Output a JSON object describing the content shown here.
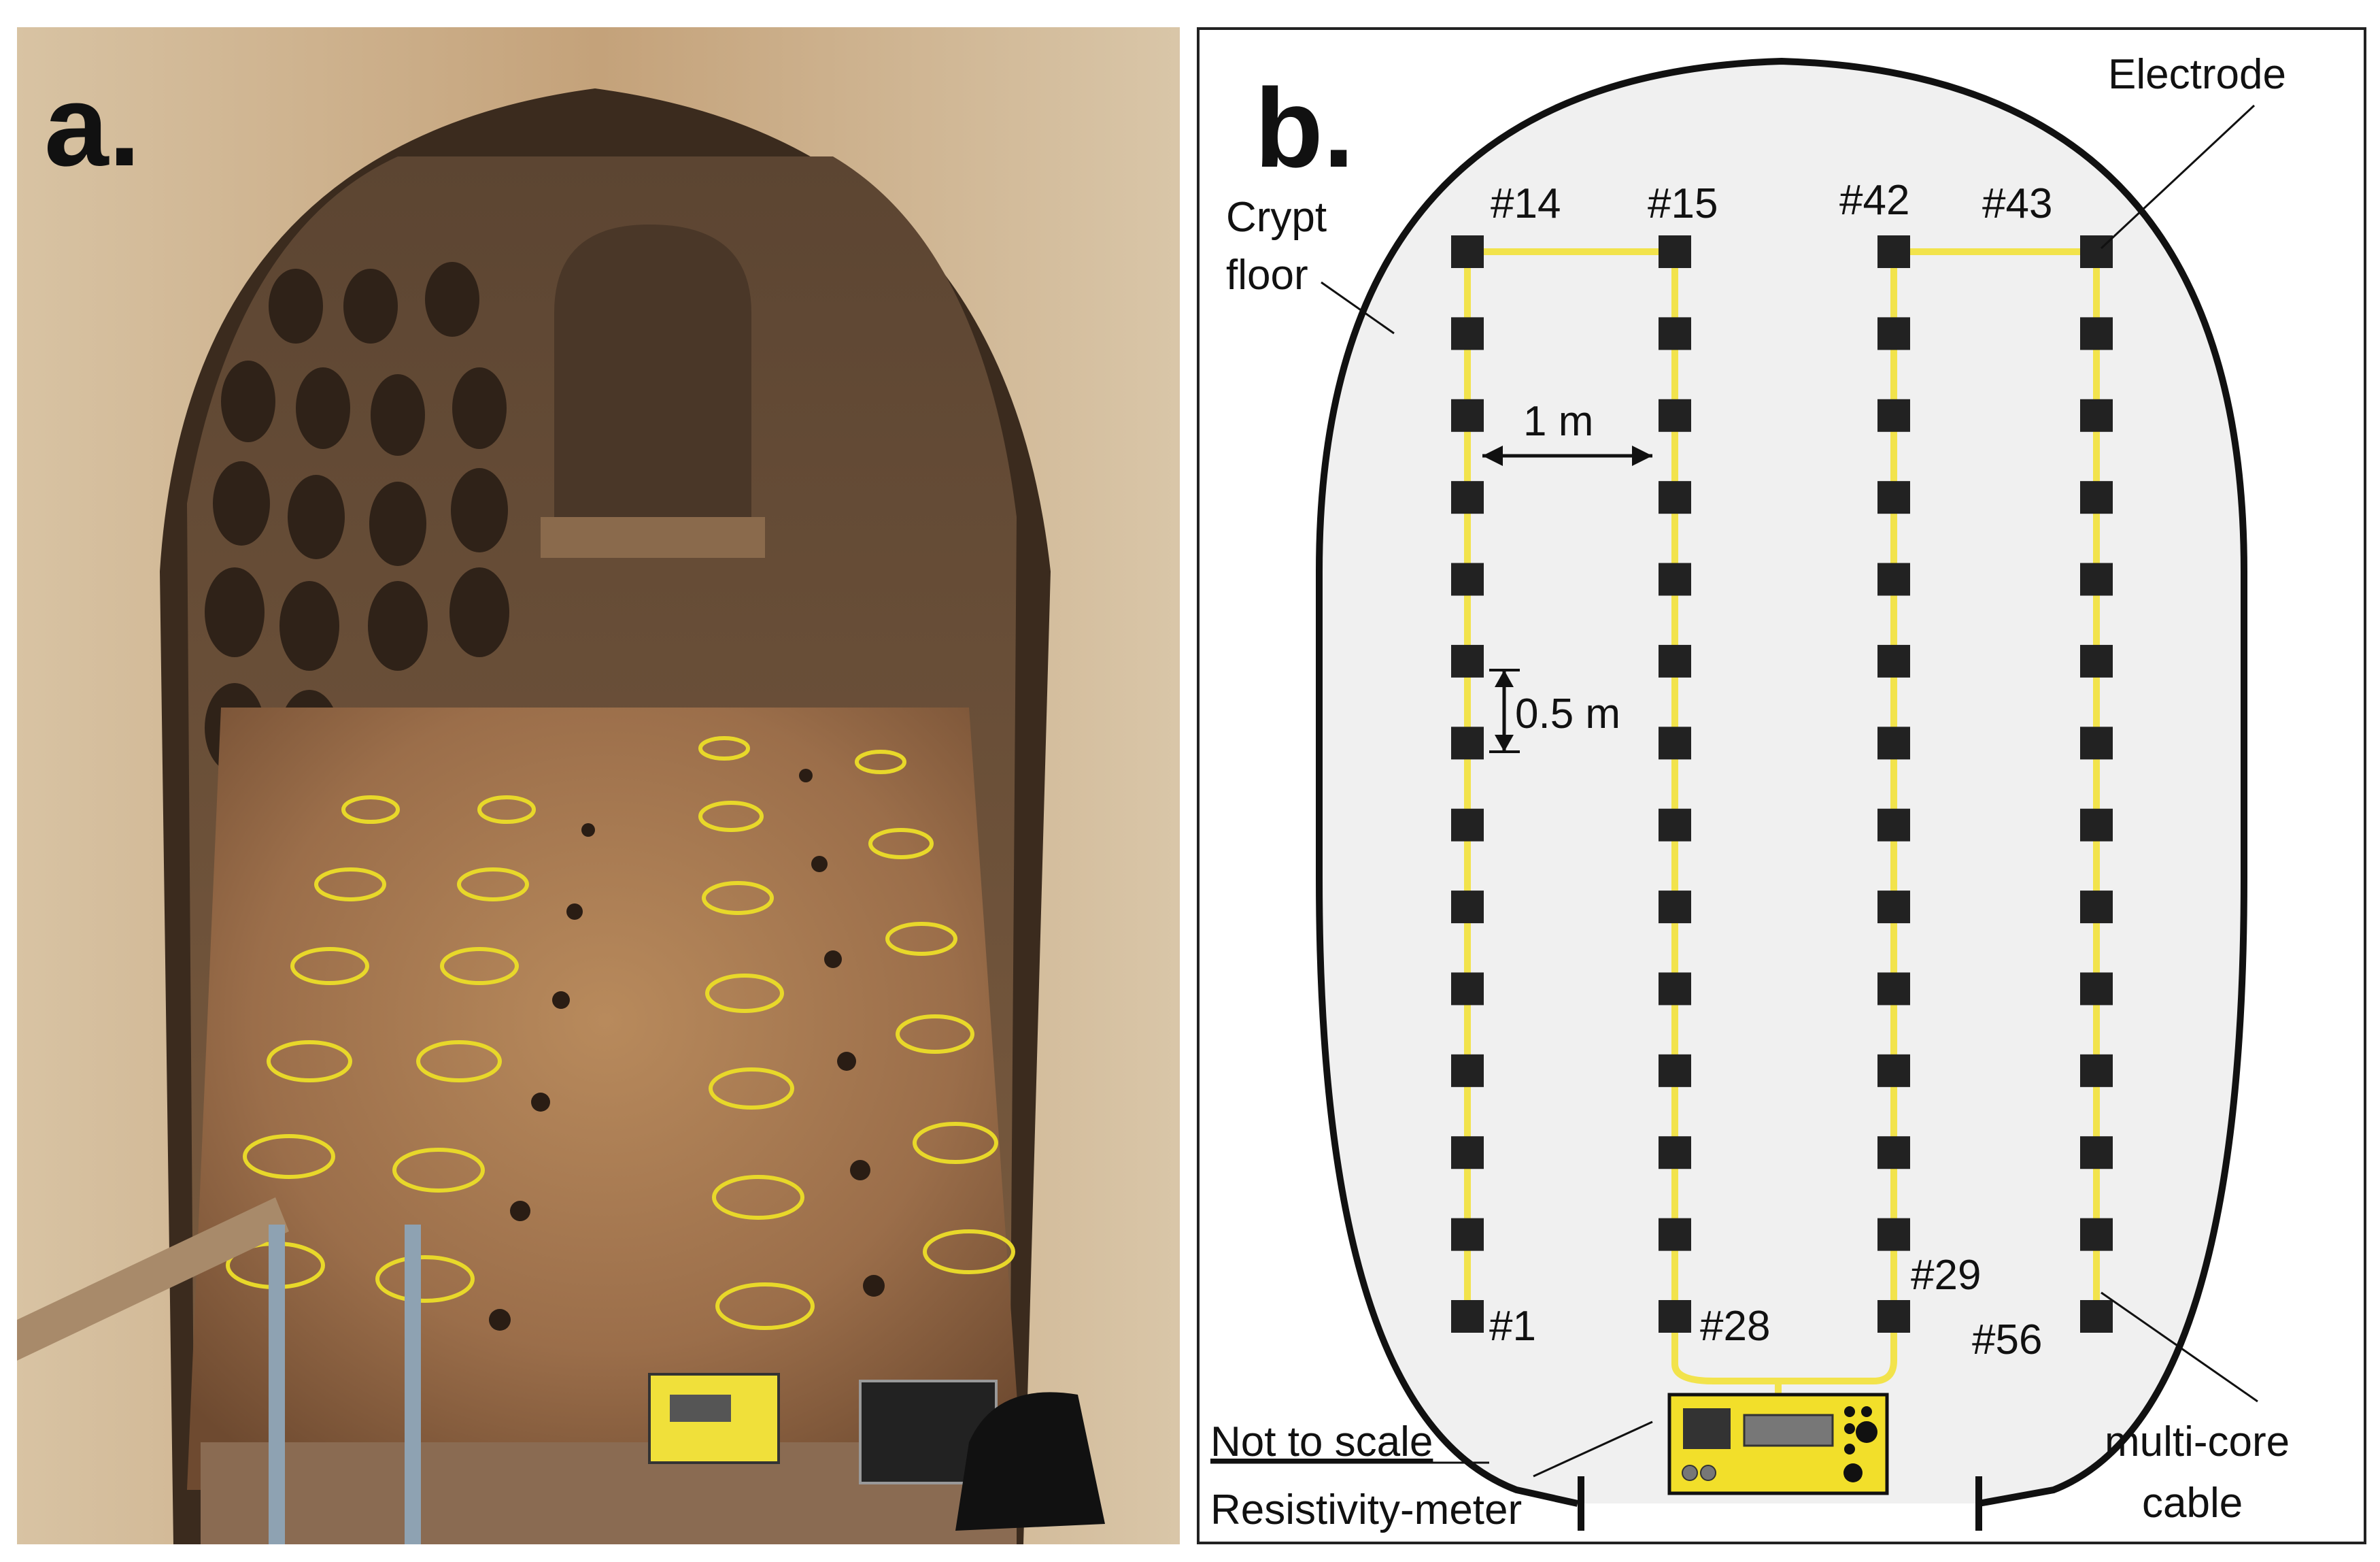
{
  "panel_a": {
    "label": "a.",
    "photo": {
      "subject": "crypt interior with electrode array on floor",
      "colors": {
        "wall": "#c9ad8b",
        "shadow": "#3a2a1c",
        "floor": "#a67a55",
        "cable": "#e8d82a",
        "instrument": "#f0e03a"
      }
    }
  },
  "panel_b": {
    "label": "b.",
    "labels": {
      "electrode": "Electrode",
      "crypt_floor_1": "Crypt",
      "crypt_floor_2": "floor",
      "spacing_lines": "1 m",
      "spacing_electrodes": "0.5 m",
      "not_to_scale": "Not to scale",
      "resistivity_meter": "Resistivity-meter",
      "cable_1": "multi-core",
      "cable_2": "cable"
    },
    "electrode_ids": {
      "top": [
        "#14",
        "#15",
        "#42",
        "#43"
      ],
      "bottom": [
        "#1",
        "#28",
        "#29",
        "#56"
      ]
    },
    "profiles": 4,
    "electrodes_per_profile": 14,
    "colors": {
      "cable": "#f2e34c",
      "electrode": "#222222",
      "floor": "#f0f0f0",
      "outline": "#111111",
      "meter": "#f2df2a"
    }
  }
}
